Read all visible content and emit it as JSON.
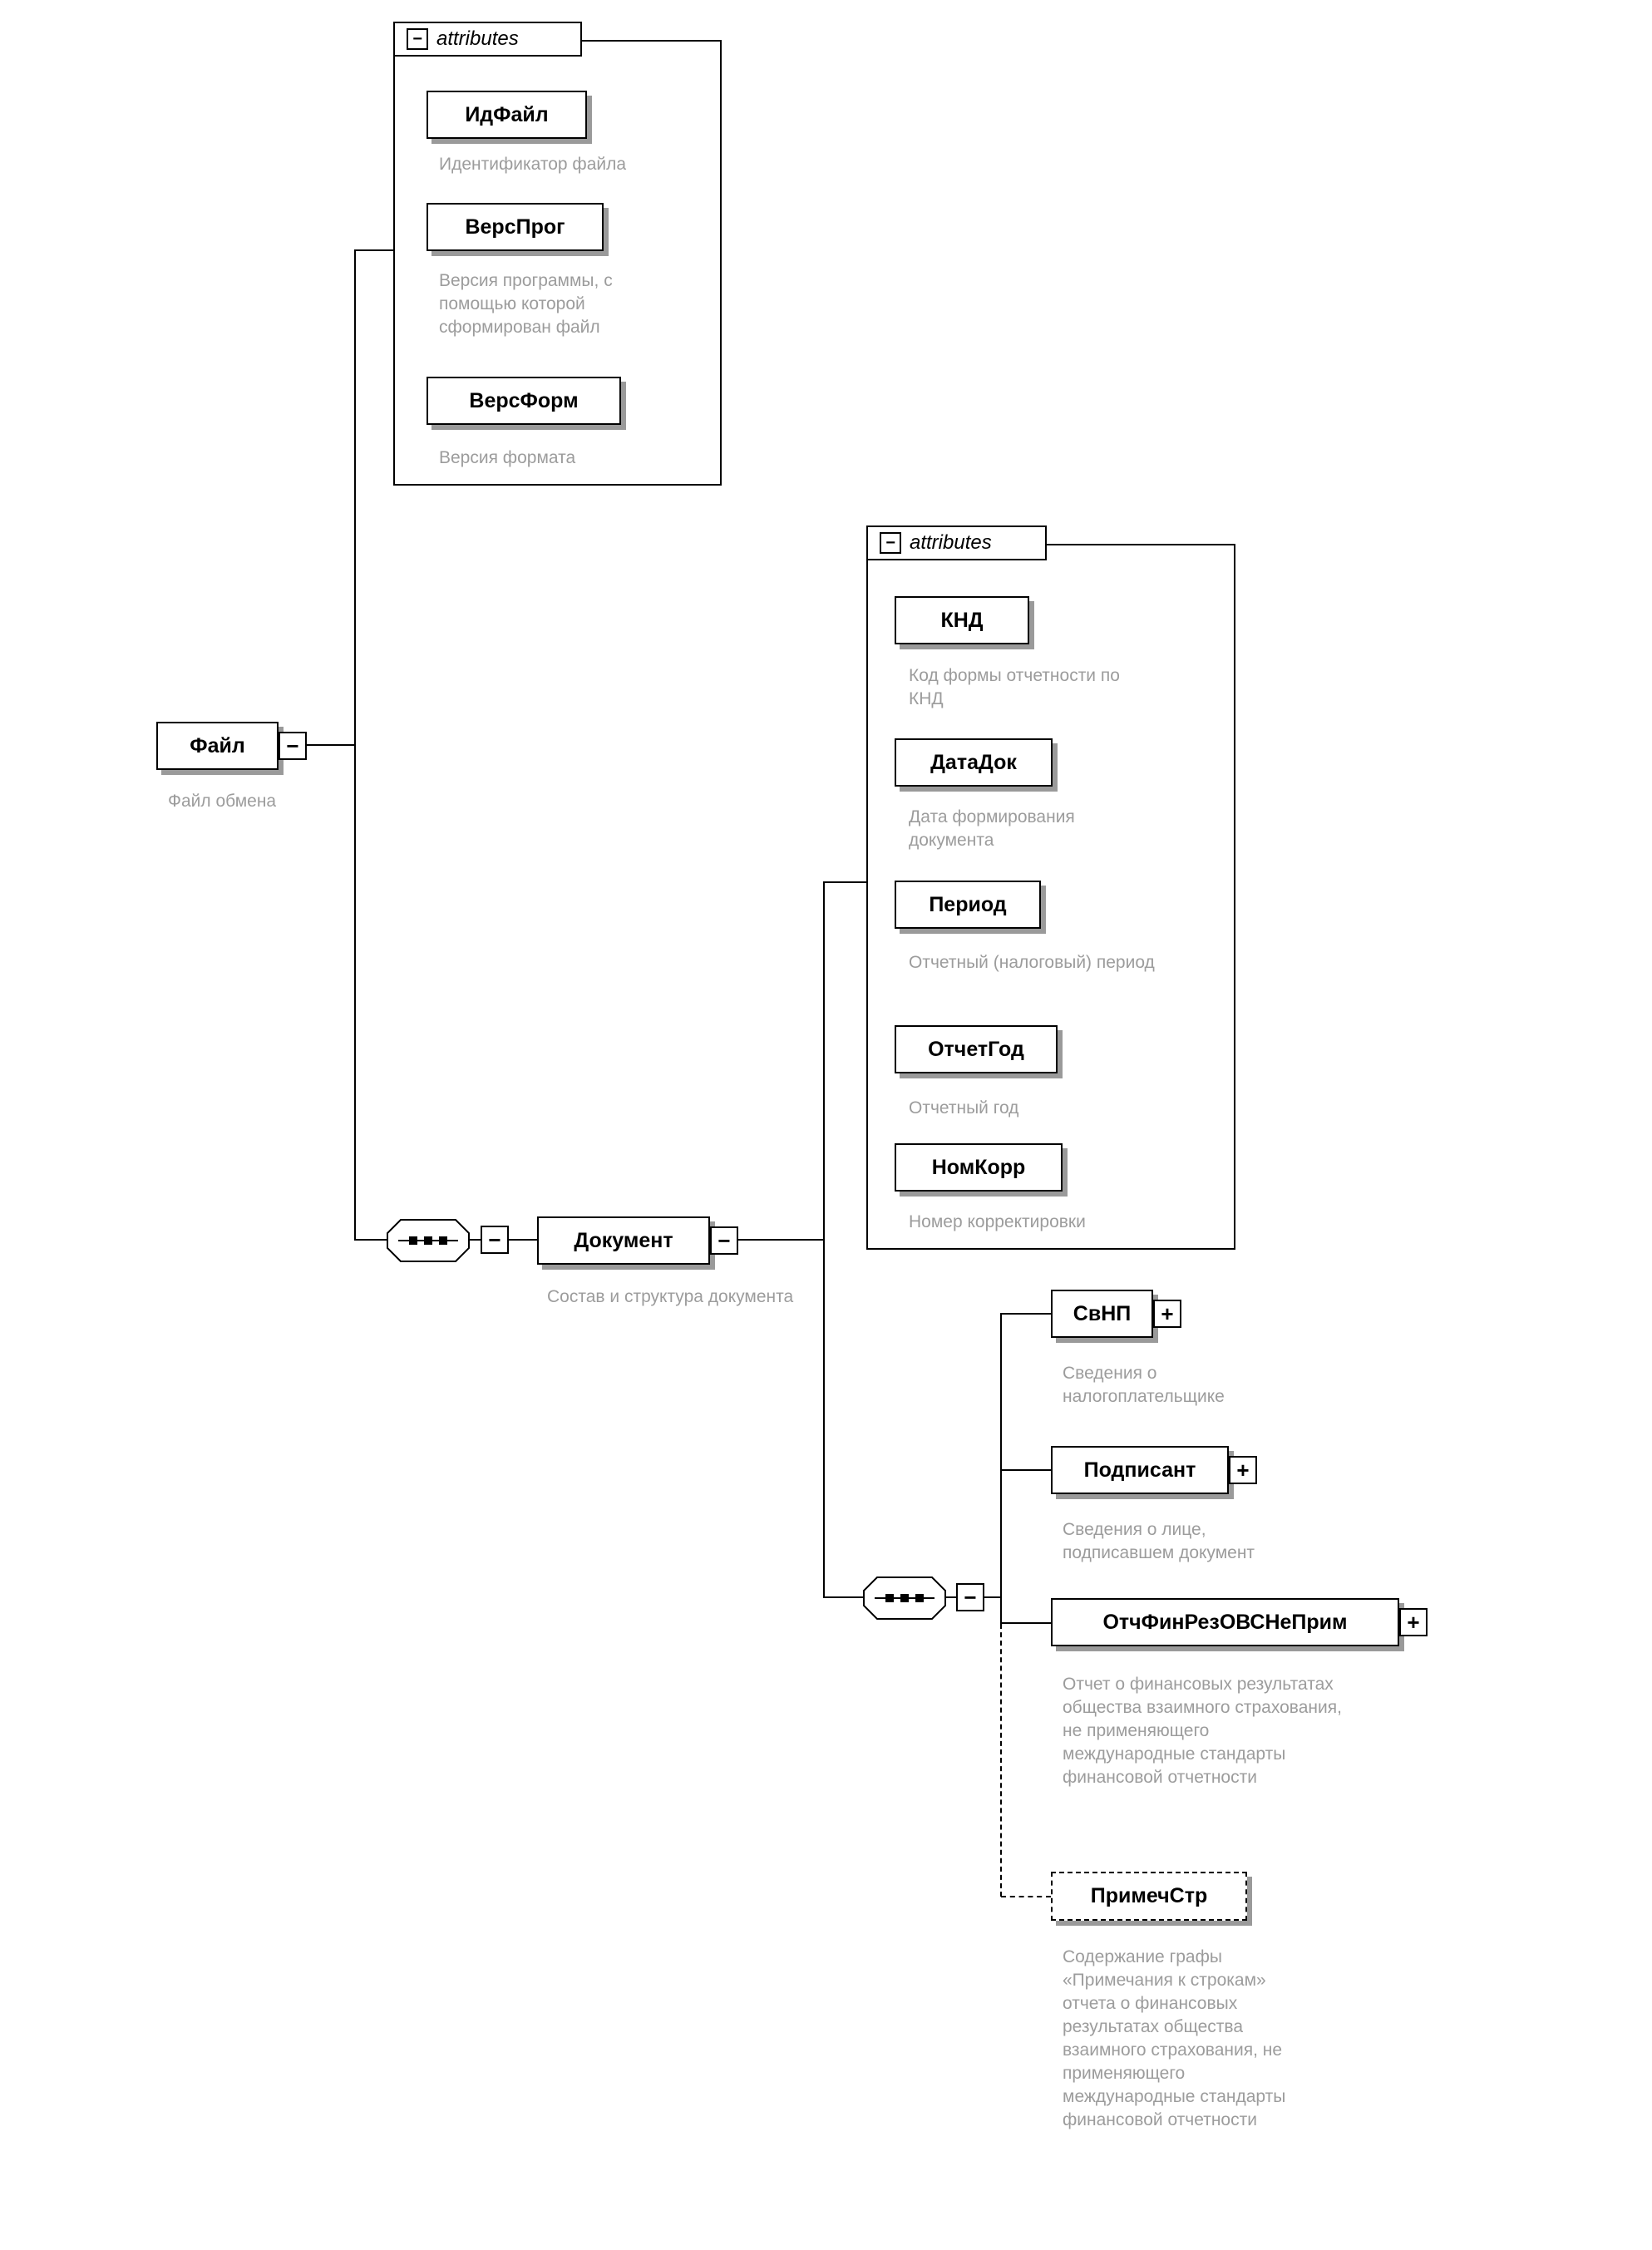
{
  "symbols": {
    "collapse": "−",
    "expand": "+"
  },
  "root": {
    "name": "Файл",
    "caption": "Файл обмена"
  },
  "file_attributes": {
    "header": "attributes",
    "items": [
      {
        "name": "ИдФайл",
        "caption": "Идентификатор файла"
      },
      {
        "name": "ВерсПрог",
        "caption": "Версия программы, с помощью которой сформирован файл"
      },
      {
        "name": "ВерсФорм",
        "caption": "Версия формата"
      }
    ]
  },
  "document": {
    "name": "Документ",
    "caption": "Состав и структура документа"
  },
  "document_attributes": {
    "header": "attributes",
    "items": [
      {
        "name": "КНД",
        "caption": "Код формы отчетности по КНД"
      },
      {
        "name": "ДатаДок",
        "caption": "Дата формирования документа"
      },
      {
        "name": "Период",
        "caption": "Отчетный (налоговый) период"
      },
      {
        "name": "ОтчетГод",
        "caption": "Отчетный год"
      },
      {
        "name": "НомКорр",
        "caption": "Номер корректировки"
      }
    ]
  },
  "children": [
    {
      "name": "СвНП",
      "caption": "Сведения о налогоплательщике"
    },
    {
      "name": "Подписант",
      "caption": "Сведения о лице, подписавшем документ"
    },
    {
      "name": "ОтчФинРезОВСНеПрим",
      "caption": "Отчет о финансовых результатах общества взаимного страхования, не применяющего международные стандарты финансовой отчетности"
    },
    {
      "name": "ПримечСтр",
      "caption": "Содержание графы «Примечания к строкам» отчета о финансовых результатах общества взаимного страхования, не применяющего международные стандарты финансовой отчетности"
    }
  ]
}
